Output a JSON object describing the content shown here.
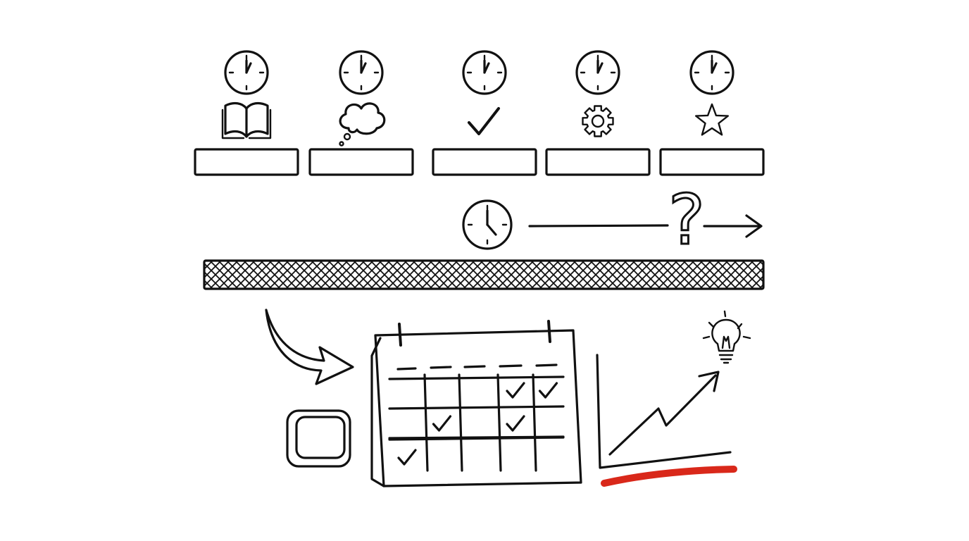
{
  "diagram": {
    "palette": {
      "ink": "#111111",
      "accent": "#d9281a",
      "background": "#ffffff"
    },
    "steps": [
      {
        "icon": "book-icon"
      },
      {
        "icon": "thought-cloud-icon"
      },
      {
        "icon": "checkmark-icon"
      },
      {
        "icon": "gear-icon"
      },
      {
        "icon": "star-icon"
      }
    ],
    "timeline_icons": [
      "clock-icon",
      "arrow-right-icon",
      "question-mark-icon"
    ],
    "question_glyph": "?",
    "calendar": {
      "rows": 4,
      "columns": 5,
      "checked_cells": [
        [
          0,
          3
        ],
        [
          0,
          4
        ],
        [
          1,
          1
        ],
        [
          1,
          3
        ],
        [
          2,
          0
        ]
      ]
    },
    "growth_icons": [
      "trend-arrow-icon",
      "lightbulb-icon"
    ]
  }
}
